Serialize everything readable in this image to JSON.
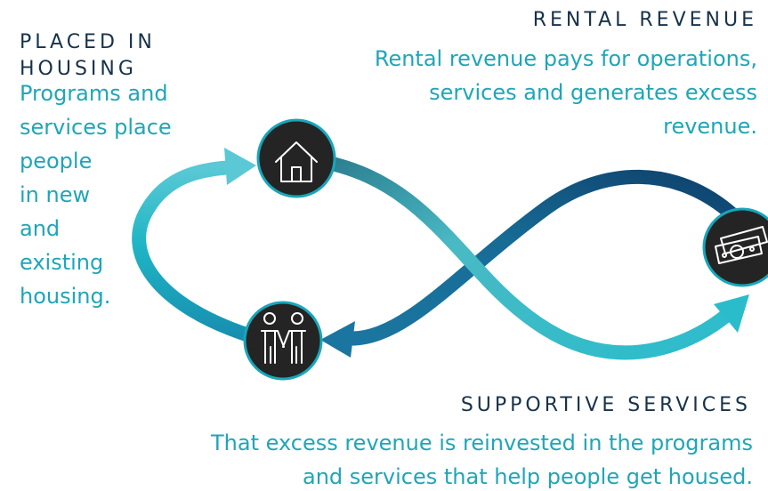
{
  "sections": {
    "placed": {
      "title": "PLACED IN HOUSING",
      "body_lines": [
        "Programs and",
        "services place",
        "people",
        "in new",
        "and",
        "existing",
        "housing."
      ]
    },
    "rental": {
      "title": "RENTAL REVENUE",
      "body_lines": [
        "Rental revenue pays for operations,",
        "services and generates excess",
        "revenue."
      ]
    },
    "supportive": {
      "title": "SUPPORTIVE SERVICES",
      "body_lines": [
        "That excess revenue is reinvested in the programs",
        "and services that help people get housed."
      ]
    }
  },
  "icons": {
    "home": "house-icon",
    "money": "money-icon",
    "people": "handshake-icon"
  },
  "colors": {
    "title": "#17324a",
    "body": "#1ea6b8",
    "arrow_light": "#5ac9d5",
    "arrow_mid": "#1b9fb7",
    "arrow_dark": "#0f4b78",
    "icon_bg": "#242424",
    "icon_ring": "#18a6ba",
    "icon_line": "#ffffff"
  }
}
